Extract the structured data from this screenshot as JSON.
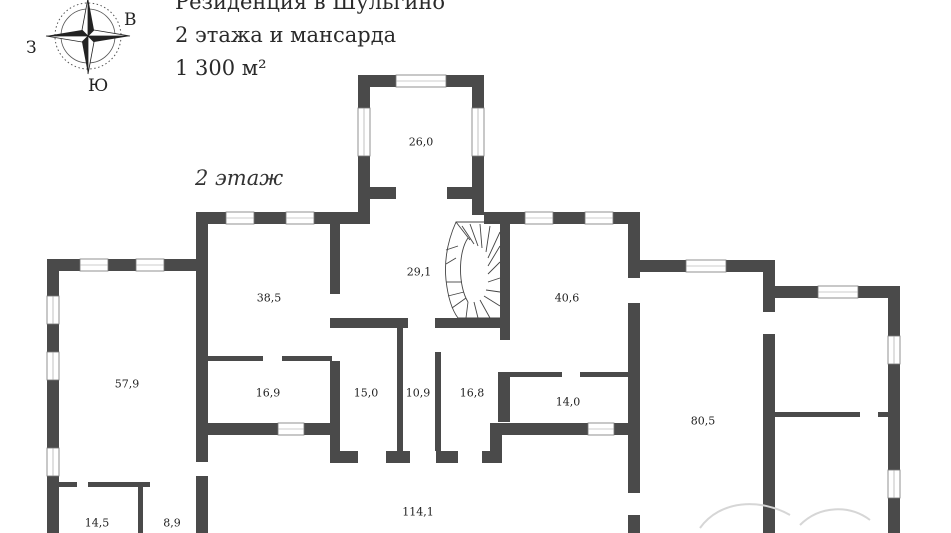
{
  "header": {
    "title_line1": "Резиденция в Шульгино",
    "title_line2": "2 этажа и мансарда",
    "area": "1 300 м²"
  },
  "floor_label": "2 этаж",
  "compass": {
    "west": "З",
    "east": "В",
    "south": "Ю"
  },
  "rooms": {
    "r26_0": "26,0",
    "r29_1": "29,1",
    "r38_5": "38,5",
    "r40_6": "40,6",
    "r57_9": "57,9",
    "r16_9": "16,9",
    "r15_0": "15,0",
    "r10_9": "10,9",
    "r16_8": "16,8",
    "r14_0": "14,0",
    "r80_5": "80,5",
    "r114_1": "114,1",
    "r14_5": "14,5",
    "r8_9": "8,9"
  },
  "colors": {
    "wall": "#4a4a4a",
    "window": "#9a9a9a",
    "text": "#2a2a2a"
  }
}
